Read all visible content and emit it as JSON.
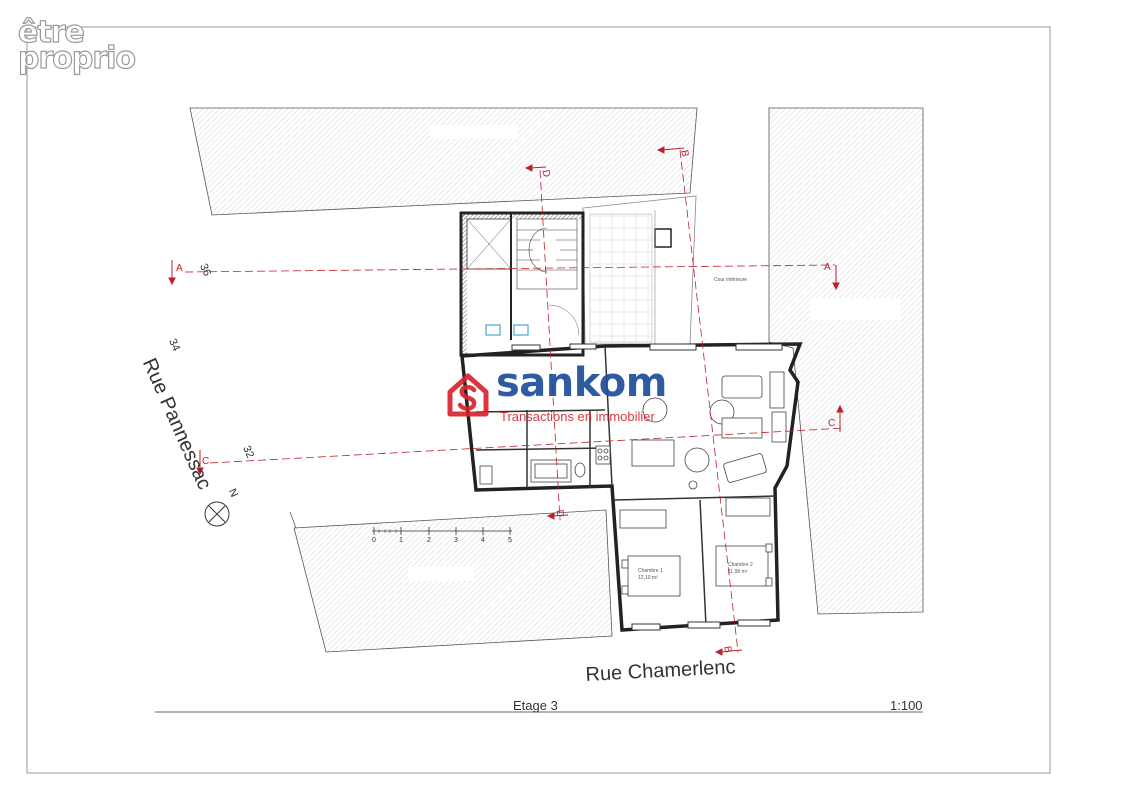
{
  "watermark": {
    "line1": "être",
    "line2": "proprio"
  },
  "brand": {
    "name": "sankom",
    "tagline": "Transactions en immobilier",
    "icon": "house-s-logo-icon",
    "primary_color": "#1f4f9c",
    "accent_color": "#d8232f"
  },
  "plan": {
    "streets": {
      "top_left": "Rue Pannessac",
      "bottom": "Rue Chamerlenc"
    },
    "house_numbers": [
      "36",
      "34",
      "32"
    ],
    "sections": [
      "A",
      "B",
      "C",
      "D"
    ],
    "rooms": {
      "courtyard": "Cour intérieure",
      "bedroom1": "Chambre 1",
      "bedroom1_area": "12,10 m²",
      "bedroom2": "Chambre 2",
      "bedroom2_area": "11,98 m²"
    },
    "north": "N",
    "scale_ticks": [
      "0",
      "1",
      "2",
      "3",
      "4",
      "5"
    ]
  },
  "titleblock": {
    "floor": "Etage 3",
    "scale": "1:100"
  }
}
